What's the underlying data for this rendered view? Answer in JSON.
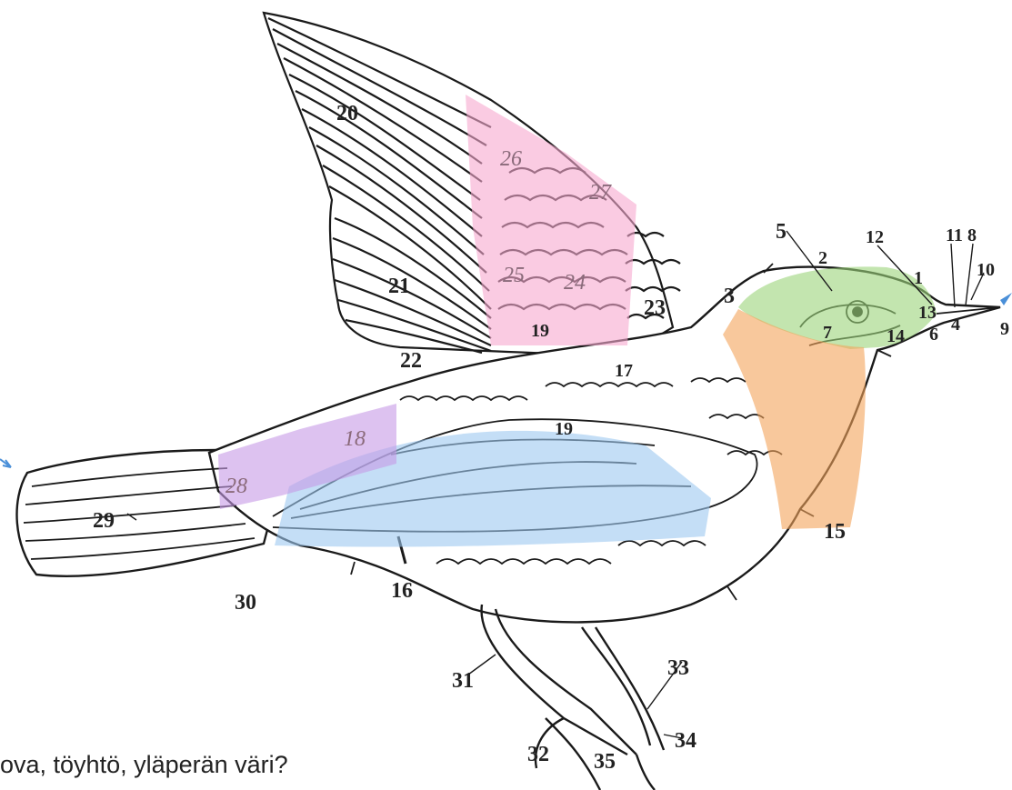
{
  "caption": "ova, töyhtö, yläperän väri?",
  "colors": {
    "background": "#ffffff",
    "ink": "#1a1a1a",
    "region_pink": "#f7a8cf",
    "region_green": "#9bd37a",
    "region_orange": "#f3a45a",
    "region_blue": "#9cc8f0",
    "region_purple": "#c79ae6",
    "arrow": "#4a8fd8"
  },
  "labels": [
    "1",
    "2",
    "3",
    "4",
    "5",
    "6",
    "7",
    "8",
    "9",
    "10",
    "11",
    "12",
    "13",
    "14",
    "15",
    "16",
    "17",
    "18",
    "19",
    "20",
    "21",
    "22",
    "23",
    "24",
    "25",
    "26",
    "27",
    "28",
    "29",
    "30",
    "31",
    "32",
    "33",
    "34",
    "35"
  ],
  "highlighted_regions": [
    {
      "id": "wing-coverts",
      "color_name": "region_pink"
    },
    {
      "id": "head",
      "color_name": "region_green"
    },
    {
      "id": "breast",
      "color_name": "region_orange"
    },
    {
      "id": "folded-wing",
      "color_name": "region_blue"
    },
    {
      "id": "rump",
      "color_name": "region_purple"
    }
  ],
  "icons": [
    "arrow-left-icon",
    "arrow-right-icon"
  ]
}
